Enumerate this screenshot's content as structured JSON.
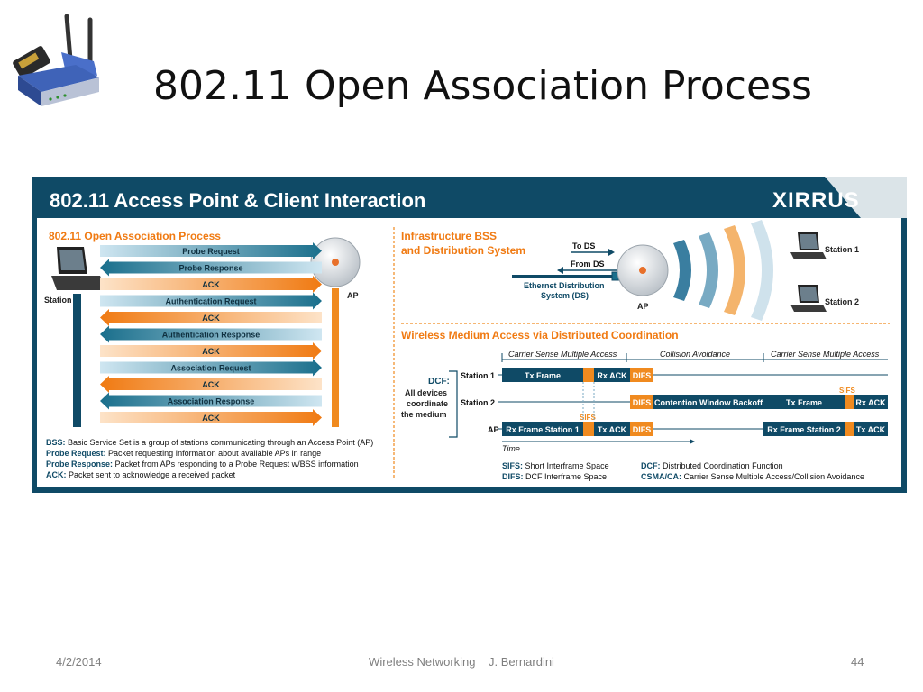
{
  "slide": {
    "title": "802.11 Open Association Process",
    "footer_date": "4/2/2014",
    "footer_center": "Wireless Networking    J. Bernardini",
    "page_number": "44",
    "logo_icon": "router-with-pc-card-icon"
  },
  "infographic": {
    "banner_title": "802.11 Access Point & Client Interaction",
    "brand": "XIRRUS",
    "colors": {
      "navy": "#0f4a66",
      "teal": "#1a6f8c",
      "orange": "#f08a1f",
      "panel": "#ffffff",
      "sky": "#cfe6f1"
    },
    "left": {
      "title": "802.11 Open Association Process",
      "station_label": "Station",
      "ap_label": "AP",
      "messages": [
        {
          "label": "Probe Request",
          "dir": "right",
          "color": "teal"
        },
        {
          "label": "Probe Response",
          "dir": "left",
          "color": "teal"
        },
        {
          "label": "ACK",
          "dir": "right",
          "color": "orange"
        },
        {
          "label": "Authentication Request",
          "dir": "right",
          "color": "teal"
        },
        {
          "label": "ACK",
          "dir": "left",
          "color": "orange"
        },
        {
          "label": "Authentication Response",
          "dir": "left",
          "color": "teal"
        },
        {
          "label": "ACK",
          "dir": "right",
          "color": "orange"
        },
        {
          "label": "Association Request",
          "dir": "right",
          "color": "teal"
        },
        {
          "label": "ACK",
          "dir": "left",
          "color": "orange"
        },
        {
          "label": "Association Response",
          "dir": "left",
          "color": "teal"
        },
        {
          "label": "ACK",
          "dir": "right",
          "color": "orange"
        }
      ],
      "glossary": [
        {
          "term": "BSS:",
          "text": "Basic Service Set is a group of stations communicating through an Access Point (AP)"
        },
        {
          "term": "Probe Request:",
          "text": "Packet requesting Information about available APs in range"
        },
        {
          "term": "Probe Response:",
          "text": "Packet from APs responding to a Probe Request w/BSS information"
        },
        {
          "term": "ACK:",
          "text": "Packet sent to acknowledge a received packet"
        }
      ]
    },
    "infra": {
      "title_line1": "Infrastructure BSS",
      "title_line2": "and Distribution System",
      "to_ds": "To DS",
      "from_ds": "From DS",
      "eds_line1": "Ethernet Distribution",
      "eds_line2": "System (DS)",
      "ap_label": "AP",
      "station1": "Station 1",
      "station2": "Station 2"
    },
    "wm": {
      "title": "Wireless Medium Access via Distributed Coordination",
      "phases": [
        "Carrier Sense Multiple Access",
        "Collision Avoidance",
        "Carrier Sense Multiple Access"
      ],
      "dcf_label": "DCF:",
      "dcf_desc": [
        "All devices",
        "coordinate",
        "the medium"
      ],
      "rows": [
        "Station 1",
        "Station 2",
        "AP"
      ],
      "frames": {
        "tx_frame": "Tx Frame",
        "rx_ack": "Rx ACK",
        "difs": "DIFS",
        "contention": "Contention Window Backoff",
        "rx_frame_s1": "Rx Frame Station 1",
        "tx_ack": "Tx ACK",
        "rx_frame_s2": "Rx Frame Station 2",
        "sifs": "SIFS"
      },
      "time_label": "Time",
      "glossary": [
        {
          "term": "SIFS:",
          "text": "Short Interframe Space"
        },
        {
          "term": "DIFS:",
          "text": "DCF Interframe Space"
        },
        {
          "term": "DCF:",
          "text": "Distributed Coordination Function"
        },
        {
          "term": "CSMA/CA:",
          "text": "Carrier Sense Multiple Access/Collision Avoidance"
        }
      ]
    }
  }
}
